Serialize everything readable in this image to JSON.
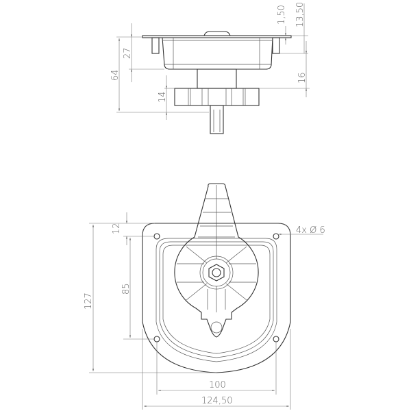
{
  "title": "Recessed T-handle lock technical drawing",
  "side_view": {
    "dims": {
      "flange_thickness": "1,50",
      "flange_to_tab": "13,50",
      "pan_depth": "27",
      "overall_depth": "64",
      "knob_offset": "16",
      "knob_height": "14"
    }
  },
  "front_view": {
    "dims": {
      "hole_offset": "12",
      "hole_label": "4x",
      "hole_diameter": "6",
      "diameter_symbol": "Ø",
      "hole_spacing_vertical": "85",
      "overall_height": "127",
      "hole_spacing_horizontal": "100",
      "overall_width": "124,50"
    }
  }
}
